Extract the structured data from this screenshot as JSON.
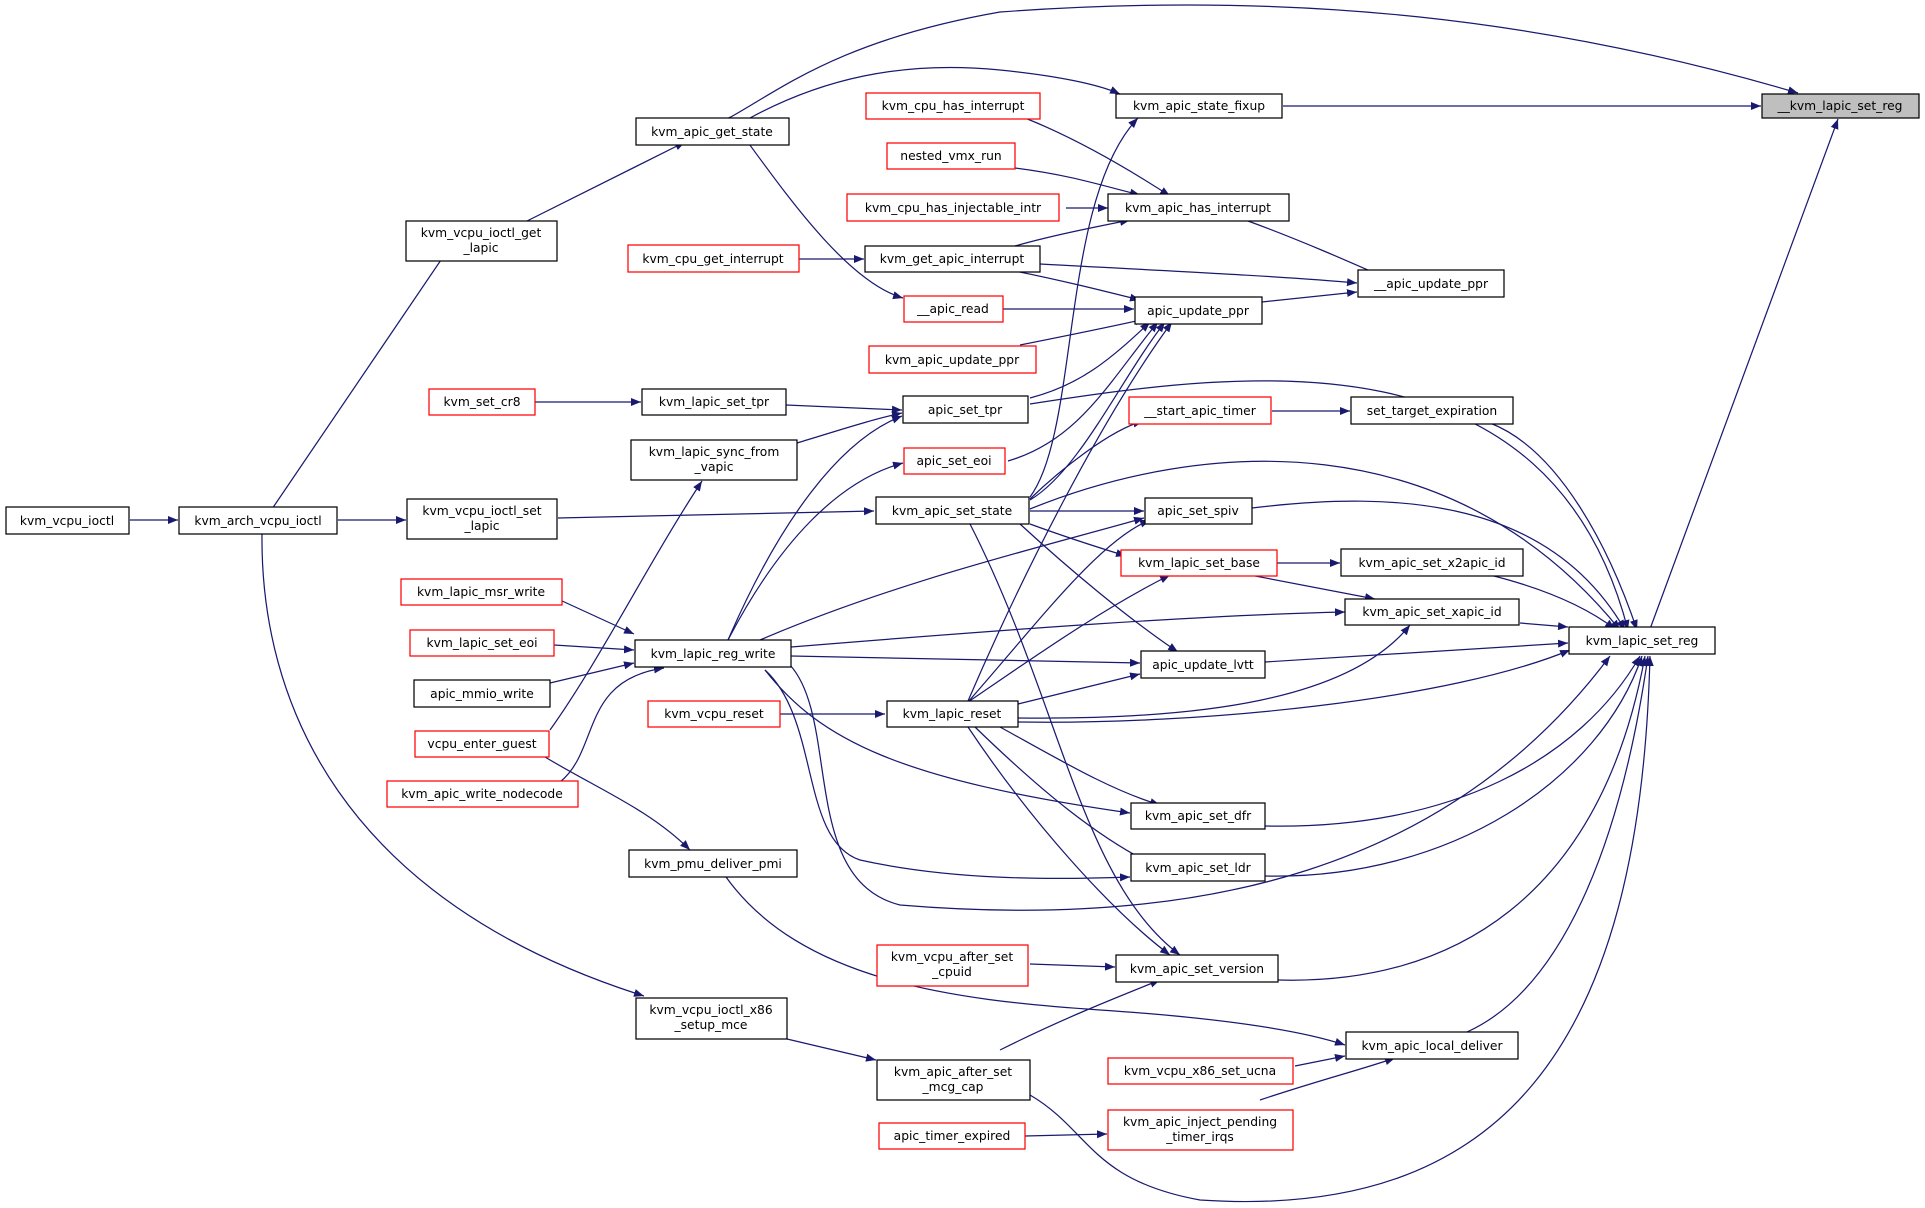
{
  "graph": {
    "colors": {
      "edge": "#191970",
      "node_border": "#000000",
      "truncated_node_border": "#ff0000",
      "focus_node_fill": "#bfbfbf",
      "background": "#ffffff"
    },
    "nodes": {
      "target": [
        "__kvm_lapic_set_reg"
      ],
      "kvm_lapic_set_reg": [
        "kvm_lapic_set_reg"
      ],
      "kvm_apic_state_fixup": [
        "kvm_apic_state_fixup"
      ],
      "kvm_apic_get_state": [
        "kvm_apic_get_state"
      ],
      "kvm_vcpu_ioctl_get_lapic": [
        "kvm_vcpu_ioctl_get",
        "_lapic"
      ],
      "kvm_arch_vcpu_ioctl": [
        "kvm_arch_vcpu_ioctl"
      ],
      "kvm_vcpu_ioctl": [
        "kvm_vcpu_ioctl"
      ],
      "kvm_vcpu_ioctl_set_lapic": [
        "kvm_vcpu_ioctl_set",
        "_lapic"
      ],
      "kvm_vcpu_ioctl_x86_setup_mce": [
        "kvm_vcpu_ioctl_x86",
        "_setup_mce"
      ],
      "kvm_cpu_has_interrupt": [
        "kvm_cpu_has_interrupt"
      ],
      "nested_vmx_run": [
        "nested_vmx_run"
      ],
      "kvm_cpu_has_injectable_intr": [
        "kvm_cpu_has_injectable_intr"
      ],
      "kvm_cpu_get_interrupt": [
        "kvm_cpu_get_interrupt"
      ],
      "kvm_apic_has_interrupt": [
        "kvm_apic_has_interrupt"
      ],
      "kvm_get_apic_interrupt": [
        "kvm_get_apic_interrupt"
      ],
      "__apic_update_ppr": [
        "__apic_update_ppr"
      ],
      "__apic_read": [
        "__apic_read"
      ],
      "apic_update_ppr": [
        "apic_update_ppr"
      ],
      "kvm_apic_update_ppr": [
        "kvm_apic_update_ppr"
      ],
      "kvm_set_cr8": [
        "kvm_set_cr8"
      ],
      "kvm_lapic_set_tpr": [
        "kvm_lapic_set_tpr"
      ],
      "apic_set_tpr": [
        "apic_set_tpr"
      ],
      "__start_apic_timer": [
        "__start_apic_timer"
      ],
      "set_target_expiration": [
        "set_target_expiration"
      ],
      "kvm_lapic_sync_from_vapic": [
        "kvm_lapic_sync_from",
        "_vapic"
      ],
      "apic_set_eoi": [
        "apic_set_eoi"
      ],
      "kvm_apic_set_state": [
        "kvm_apic_set_state"
      ],
      "apic_set_spiv": [
        "apic_set_spiv"
      ],
      "kvm_lapic_set_base": [
        "kvm_lapic_set_base"
      ],
      "kvm_apic_set_x2apic_id": [
        "kvm_apic_set_x2apic_id"
      ],
      "kvm_lapic_msr_write": [
        "kvm_lapic_msr_write"
      ],
      "kvm_apic_set_xapic_id": [
        "kvm_apic_set_xapic_id"
      ],
      "kvm_lapic_set_eoi": [
        "kvm_lapic_set_eoi"
      ],
      "kvm_lapic_reg_write": [
        "kvm_lapic_reg_write"
      ],
      "apic_update_lvtt": [
        "apic_update_lvtt"
      ],
      "apic_mmio_write": [
        "apic_mmio_write"
      ],
      "kvm_vcpu_reset": [
        "kvm_vcpu_reset"
      ],
      "kvm_lapic_reset": [
        "kvm_lapic_reset"
      ],
      "vcpu_enter_guest": [
        "vcpu_enter_guest"
      ],
      "kvm_apic_write_nodecode": [
        "kvm_apic_write_nodecode"
      ],
      "kvm_apic_set_dfr": [
        "kvm_apic_set_dfr"
      ],
      "kvm_pmu_deliver_pmi": [
        "kvm_pmu_deliver_pmi"
      ],
      "kvm_apic_set_ldr": [
        "kvm_apic_set_ldr"
      ],
      "kvm_vcpu_after_set_cpuid": [
        "kvm_vcpu_after_set",
        "_cpuid"
      ],
      "kvm_apic_set_version": [
        "kvm_apic_set_version"
      ],
      "kvm_apic_local_deliver": [
        "kvm_apic_local_deliver"
      ],
      "kvm_vcpu_x86_set_ucna": [
        "kvm_vcpu_x86_set_ucna"
      ],
      "kvm_apic_after_set_mcg_cap": [
        "kvm_apic_after_set",
        "_mcg_cap"
      ],
      "apic_timer_expired": [
        "apic_timer_expired"
      ],
      "kvm_apic_inject_pending_timer_irqs": [
        "kvm_apic_inject_pending",
        "_timer_irqs"
      ]
    }
  }
}
